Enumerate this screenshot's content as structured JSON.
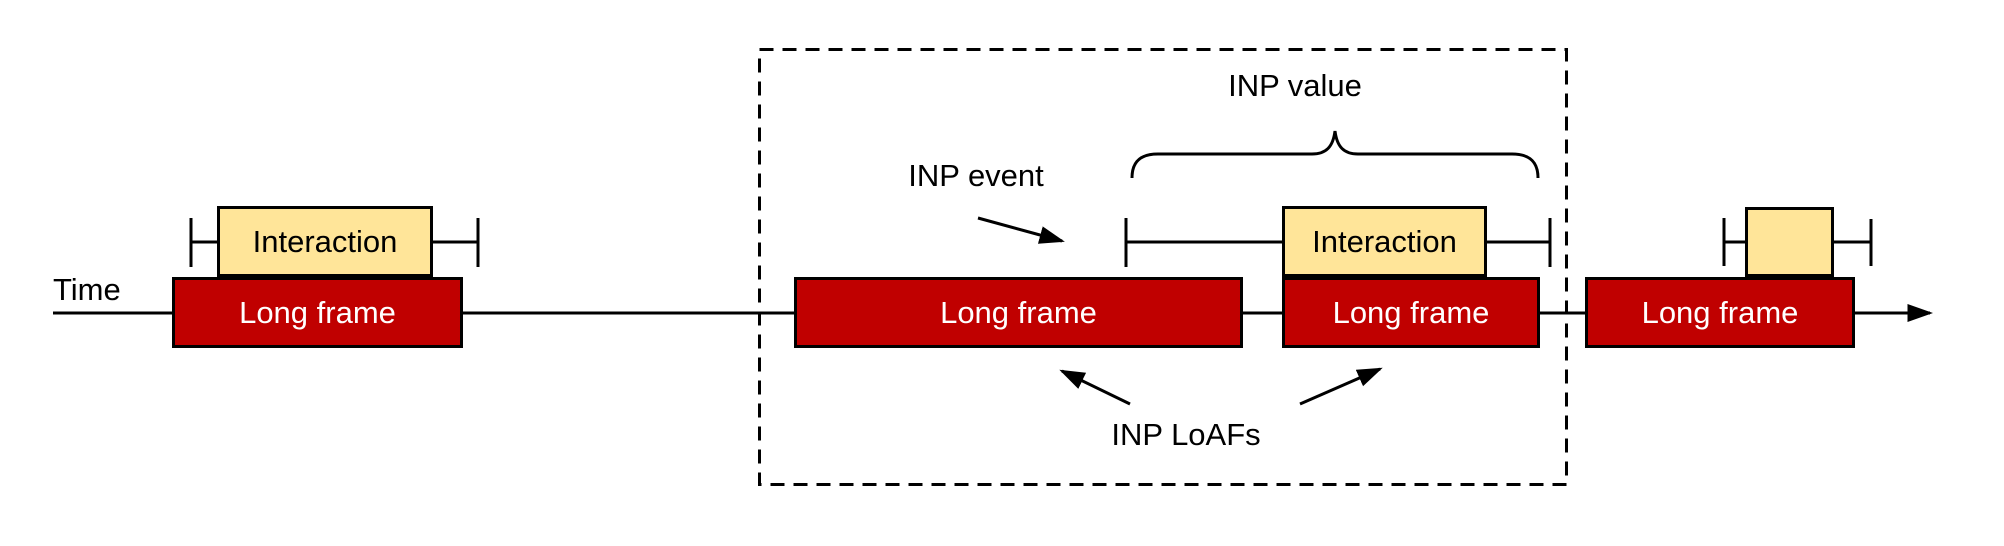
{
  "diagram": {
    "title_semantics": "INP and Long Animation Frames timeline diagram",
    "timeline": {
      "axis_label": "Time"
    },
    "annotations": {
      "inp_value": "INP value",
      "inp_event": "INP event",
      "inp_loafs": "INP LoAFs"
    },
    "labels": {
      "long_frame": "Long frame",
      "interaction": "Interaction"
    },
    "boxes": [
      {
        "type": "long_frame",
        "label": "Long frame",
        "inside_dashed_group": false
      },
      {
        "type": "interaction",
        "label": "Interaction",
        "inside_dashed_group": false
      },
      {
        "type": "long_frame",
        "label": "Long frame",
        "inside_dashed_group": true
      },
      {
        "type": "long_frame",
        "label": "Long frame",
        "inside_dashed_group": true
      },
      {
        "type": "interaction",
        "label": "Interaction",
        "inside_dashed_group": true
      },
      {
        "type": "long_frame",
        "label": "Long frame",
        "inside_dashed_group": false
      },
      {
        "type": "interaction",
        "label": "",
        "inside_dashed_group": false
      }
    ],
    "colors": {
      "long_frame_fill": "#c00000",
      "long_frame_text": "#ffffff",
      "interaction_fill": "#ffe599",
      "interaction_text": "#000000",
      "line": "#000000"
    }
  }
}
